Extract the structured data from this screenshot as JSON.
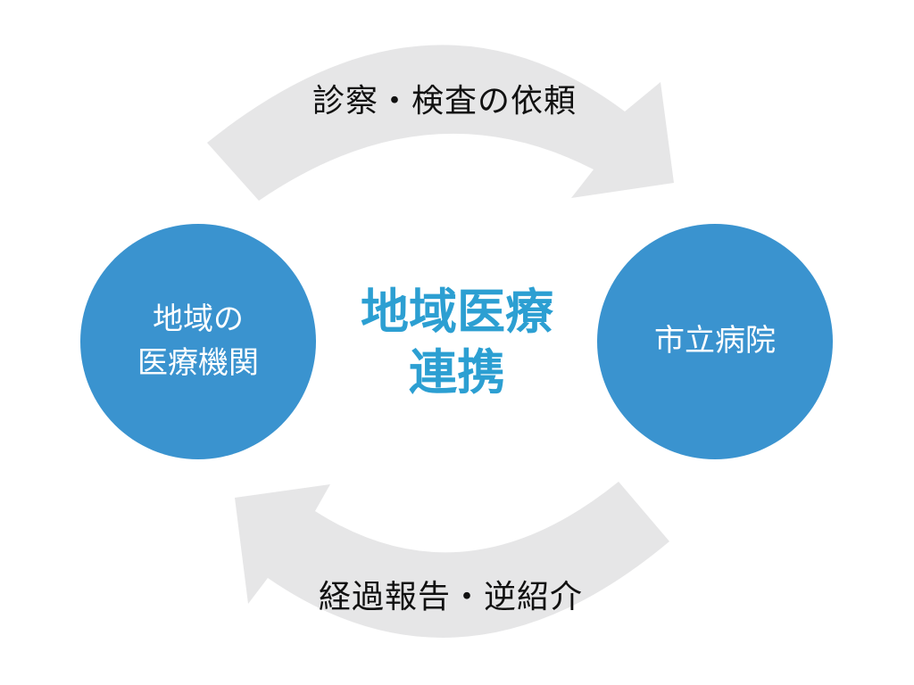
{
  "colors": {
    "circle": "#3a93cf",
    "center_text": "#2c9fd2",
    "arrow": "#e6e6e7"
  },
  "top_arrow": {
    "label": "診察・検査の依頼"
  },
  "bottom_arrow": {
    "label": "経過報告・逆紹介"
  },
  "left_node": {
    "line1": "地域の",
    "line2": "医療機関"
  },
  "right_node": {
    "label": "市立病院"
  },
  "center": {
    "line1": "地域医療",
    "line2": "連携"
  }
}
